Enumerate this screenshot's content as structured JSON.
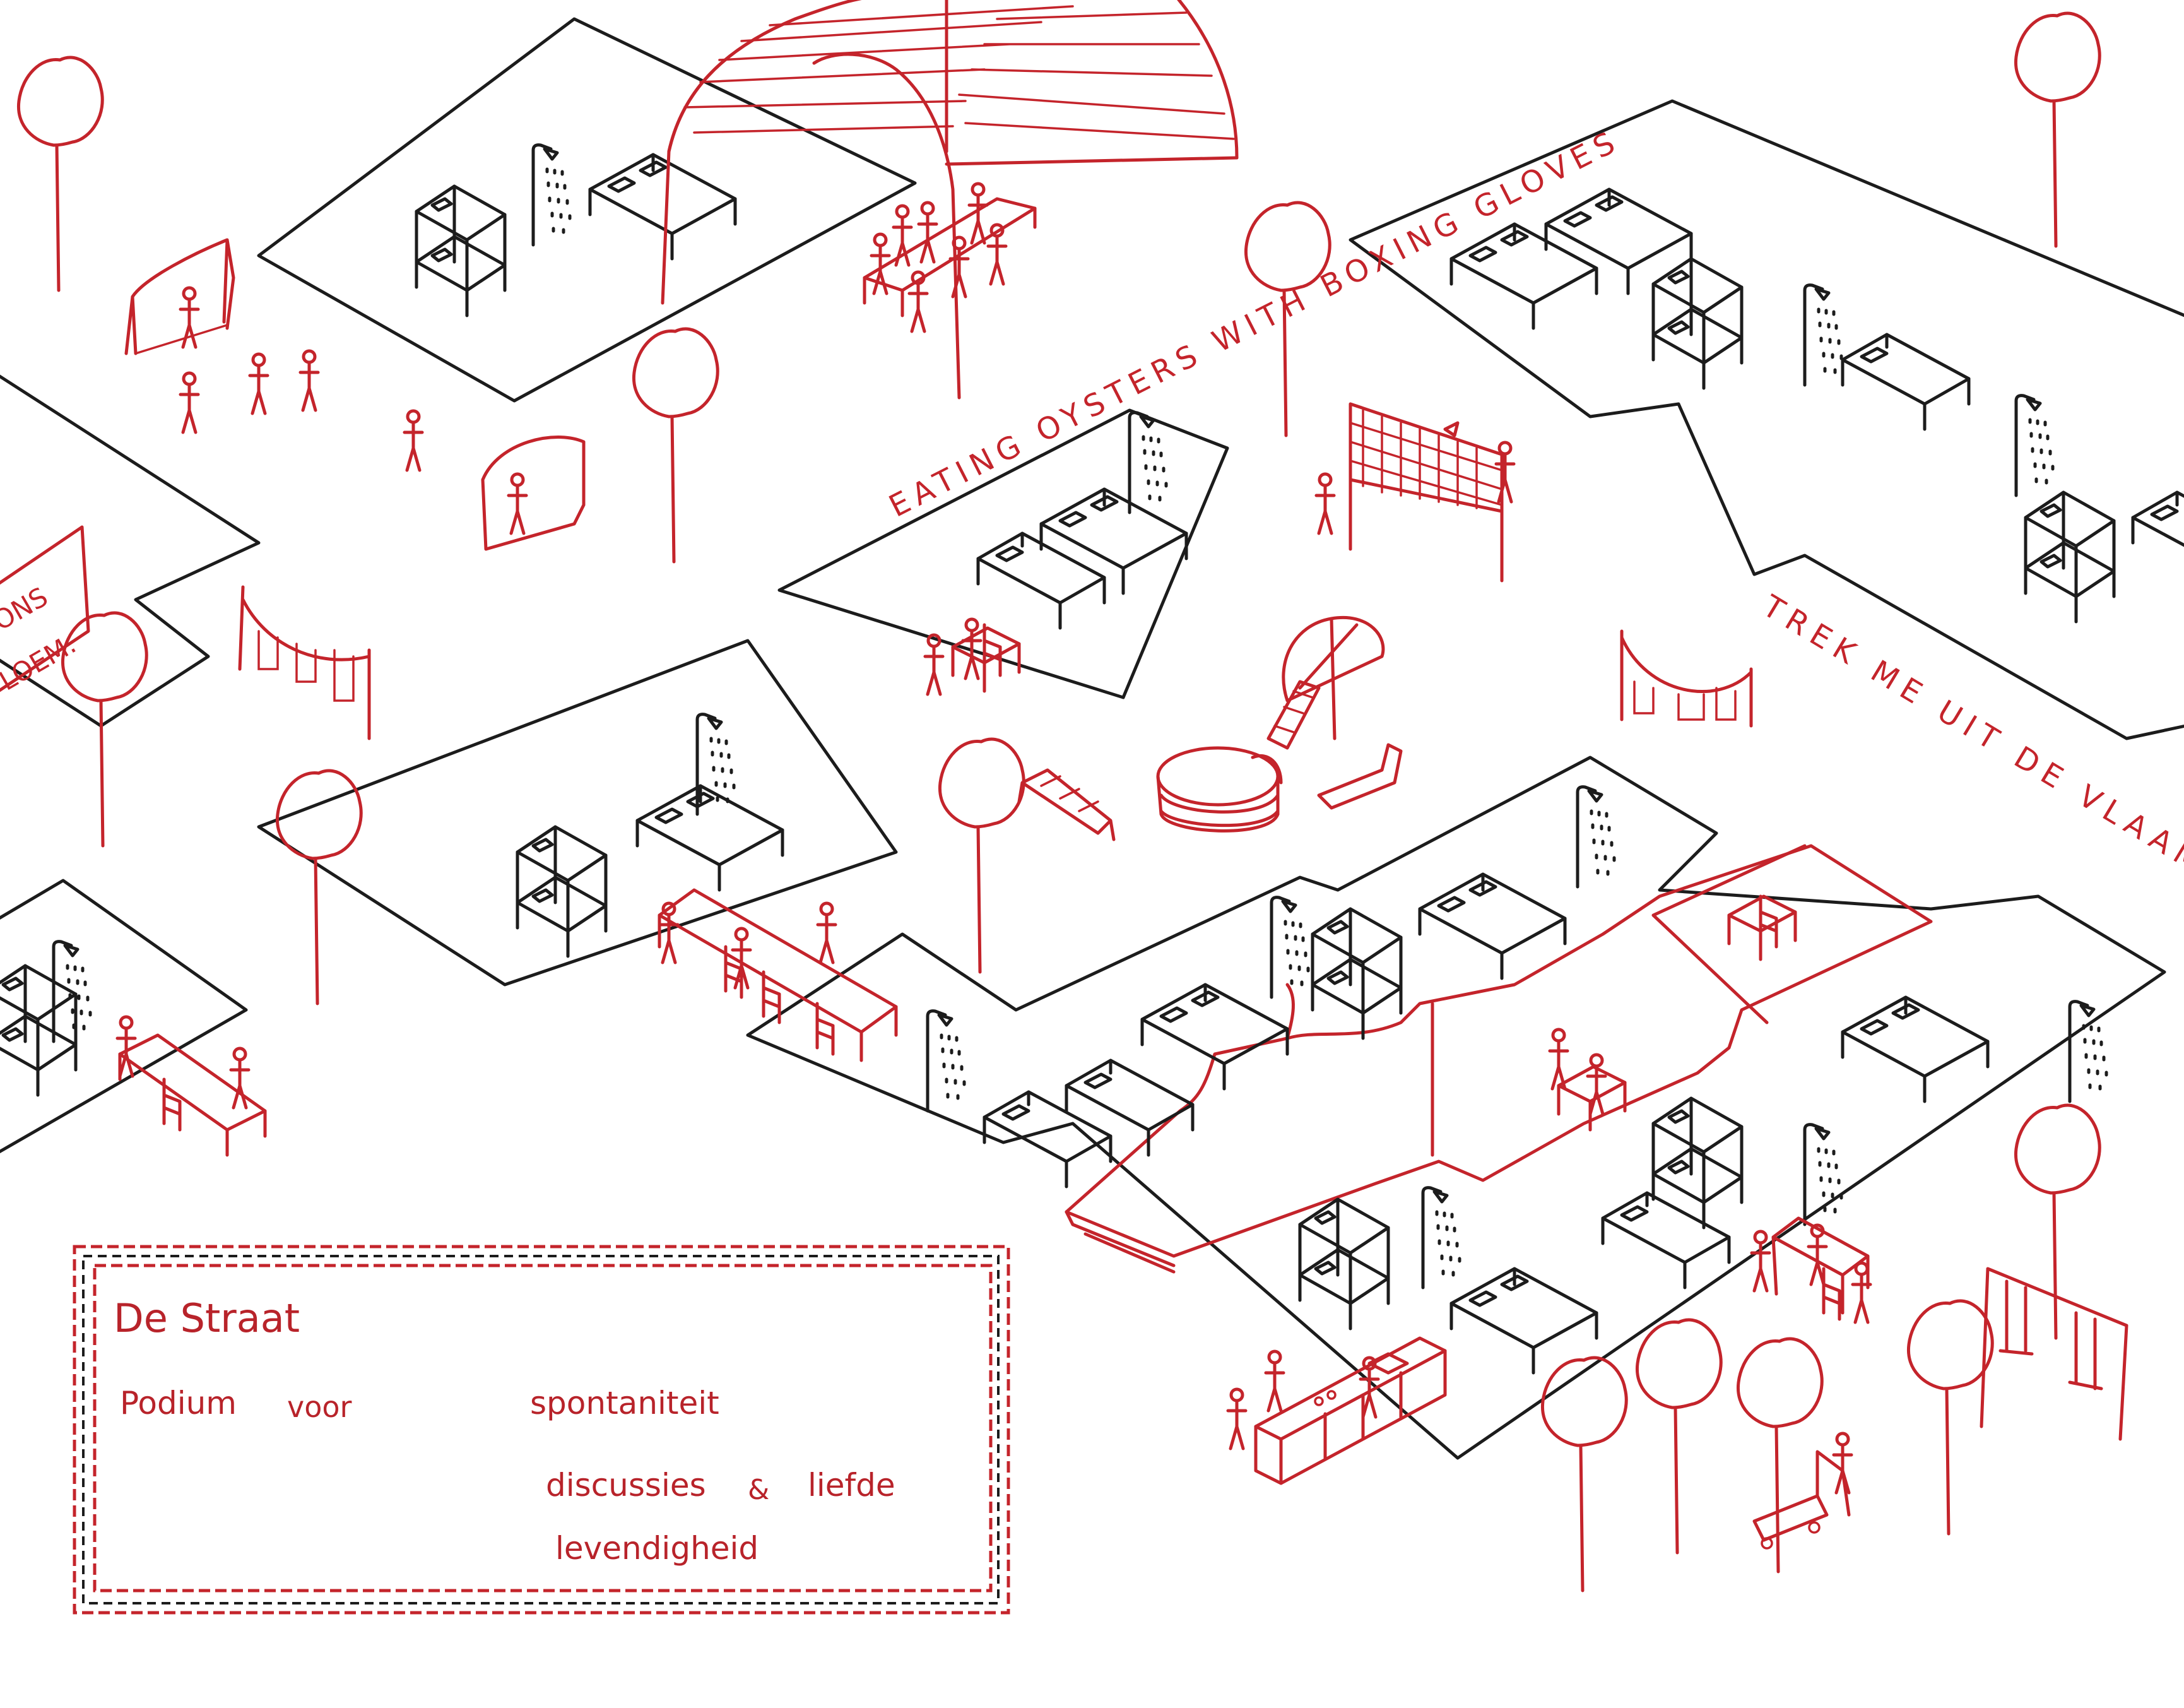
{
  "annotations": {
    "eating_oysters": "EATING OYSTERS WITH BOXING GLOVES",
    "trek_me": "TREK ME UIT DE VLAAMSE K",
    "sign_line1": "ONS",
    "sign_line2": "LOEM."
  },
  "legend": {
    "title": "De Straat",
    "podium": "Podium",
    "voor": "voor",
    "spontaniteit": "spontaniteit",
    "discussies": "discussies",
    "amp": "&",
    "liefde": "liefde",
    "levendigheid": "levendigheid"
  },
  "colors": {
    "ink": "#1c1c1c",
    "accent_red": "#c4242b",
    "paper": "#ffffff"
  }
}
